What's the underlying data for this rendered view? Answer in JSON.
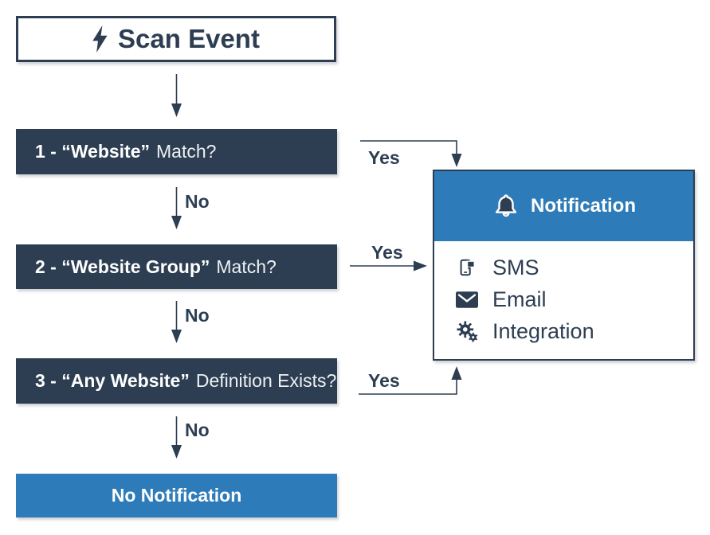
{
  "colors": {
    "navy": "#2d3e52",
    "blue": "#2d7cb9",
    "background": "#ffffff",
    "box_text": "#ffffff"
  },
  "scan_event": {
    "label": "Scan Event",
    "icon": "lightning-bolt-icon"
  },
  "steps": [
    {
      "bold_text": "1 - “Website”",
      "regular_text": "Match?",
      "no_label": "No",
      "yes_label": "Yes"
    },
    {
      "bold_text": "2 - “Website Group”",
      "regular_text": "Match?",
      "no_label": "No",
      "yes_label": "Yes"
    },
    {
      "bold_text": "3 - “Any Website”",
      "regular_text": "Definition Exists?",
      "no_label": "No",
      "yes_label": "Yes"
    }
  ],
  "no_notification": {
    "label": "No Notification"
  },
  "notification_panel": {
    "title": "Notification",
    "icon": "bell-icon",
    "items": [
      {
        "icon": "sms-phone-icon",
        "label": "SMS"
      },
      {
        "icon": "email-icon",
        "label": "Email"
      },
      {
        "icon": "gears-icon",
        "label": "Integration"
      }
    ]
  }
}
